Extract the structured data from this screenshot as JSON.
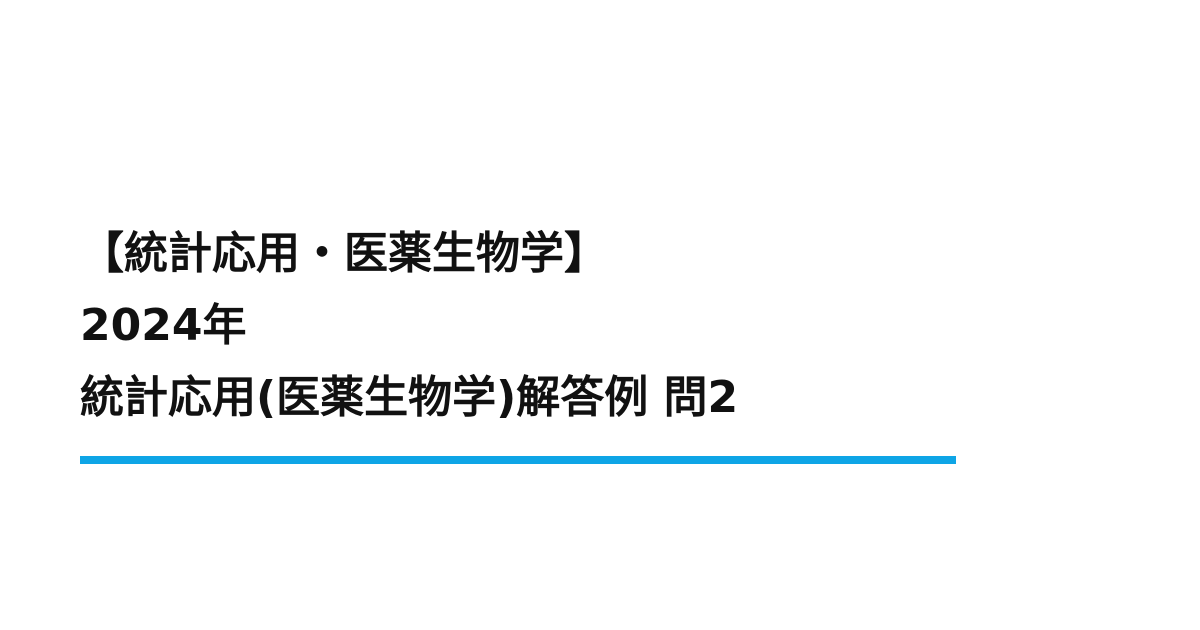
{
  "title": {
    "line1": "【統計応用・医薬生物学】",
    "line2": "2024年",
    "line3": "統計応用(医薬生物学)解答例 問2"
  },
  "colors": {
    "text": "#111111",
    "accent_underline": "#0ea5e6",
    "background": "#ffffff"
  }
}
